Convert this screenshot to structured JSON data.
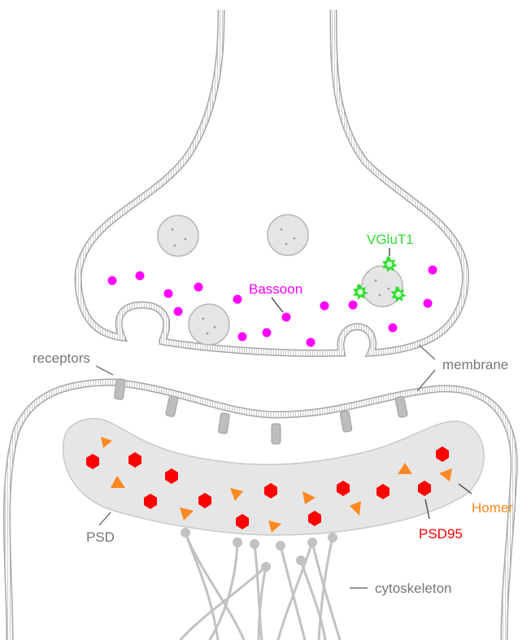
{
  "labels": {
    "receptors": "receptors",
    "membrane": "membrane",
    "bassoon": "Bassoon",
    "vglut1": "VGluT1",
    "psd": "PSD",
    "homer": "Homer",
    "psd95": "PSD95",
    "cytoskeleton": "cytoskeleton"
  },
  "colors": {
    "bassoon": "#ff00ff",
    "vglut1": "#33dd33",
    "psd95": "#ff0000",
    "homer": "#ff8822",
    "membrane": "#a6a6a6",
    "structure_fill": "#e5e5e5",
    "label_gray": "#777777"
  },
  "icons": {
    "bassoon": "magenta-dot",
    "vglut1": "green-star",
    "psd95": "red-hexagon",
    "homer": "orange-triangle",
    "receptor": "gray-channel",
    "vesicle": "gray-circle"
  }
}
